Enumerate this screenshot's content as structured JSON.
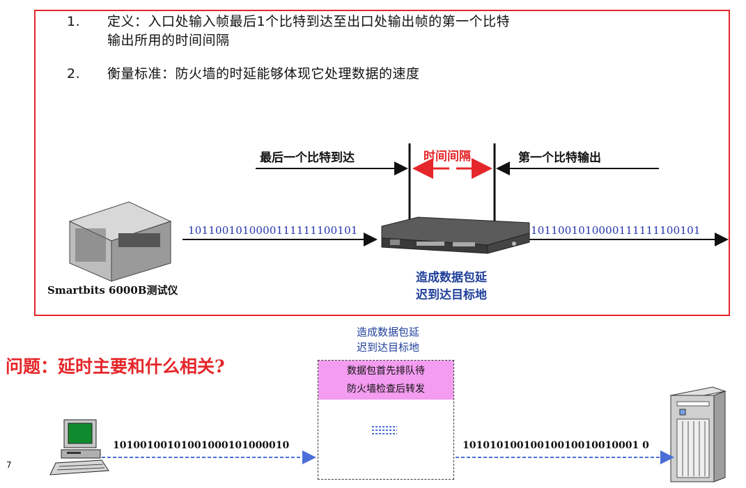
{
  "definitions": [
    {
      "num": "1.",
      "line1": "定义：入口处输入帧最后1个比特到达至出口处输出帧的第一个比特",
      "line2": "输出所用的时间间隔"
    },
    {
      "num": "2.",
      "line1": "衡量标准：防火墙的时延能够体现它处理数据的速度"
    }
  ],
  "top_diagram": {
    "last_bit_label": "最后一个比特到达",
    "interval_label": "时间间隔",
    "first_bit_label": "第一个比特输出",
    "input_bits": "1011001010000111111100101",
    "output_bits": "1011001010000111111100101",
    "tester_label": "Smartbits 6000B测试仪",
    "delay_caption_line1": "造成数据包延",
    "delay_caption_line2": "迟到达目标地"
  },
  "bottom_diagram": {
    "caption_line1": "造成数据包延",
    "caption_line2": "迟到达目标地",
    "question": "问题：延时主要和什么相关?",
    "queue_line1": "数据包首先排队待",
    "queue_line2": "防火墙检查后转发",
    "left_bits": "10100100101001000101000010",
    "right_bits": "10101010010010010010010001 0"
  },
  "page_number": "7",
  "colors": {
    "frame_red": "#e5262a",
    "caption_blue": "#1f3f9a",
    "queue_pink": "#f39cf0"
  }
}
